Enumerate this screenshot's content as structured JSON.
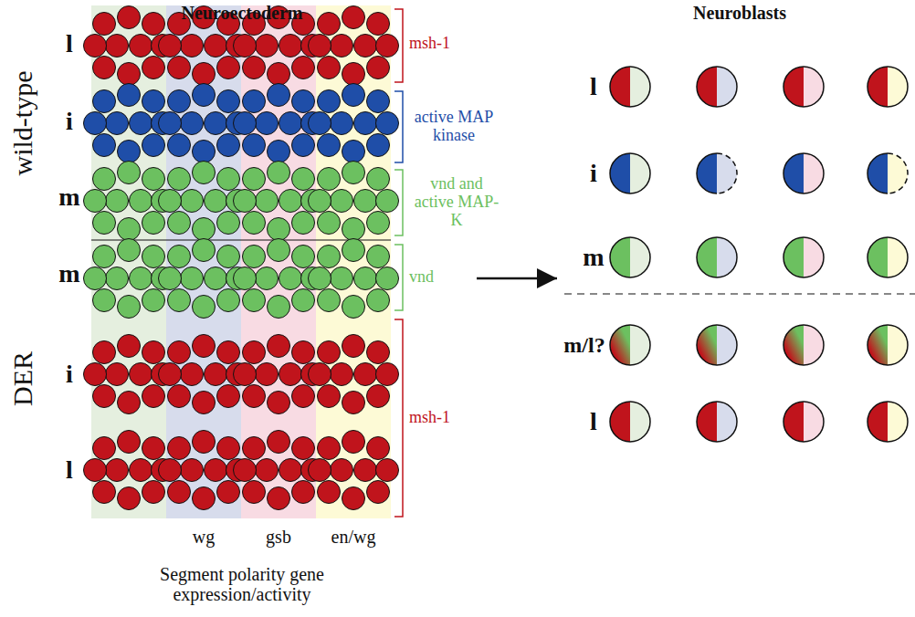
{
  "diagram": {
    "nodes": [
      {
        "text": [
          "Neuroectoderm"
        ]
      },
      {
        "text": [
          "Neuroblasts"
        ]
      }
    ],
    "edges": [
      {
        "from": 0,
        "to": 1,
        "arrow": "to"
      }
    ],
    "labels": [
      "wild-type",
      "DER",
      "l",
      "i",
      "m",
      "m",
      "i",
      "l",
      "msh-1",
      "active MAP kinase",
      "vnd and active MAP-K",
      "vnd",
      "msh-1",
      "wg",
      "gsb",
      "en/wg",
      "Segment polarity gene expression/activity",
      "l",
      "i",
      "m",
      "m/l?",
      "l"
    ]
  }
}
